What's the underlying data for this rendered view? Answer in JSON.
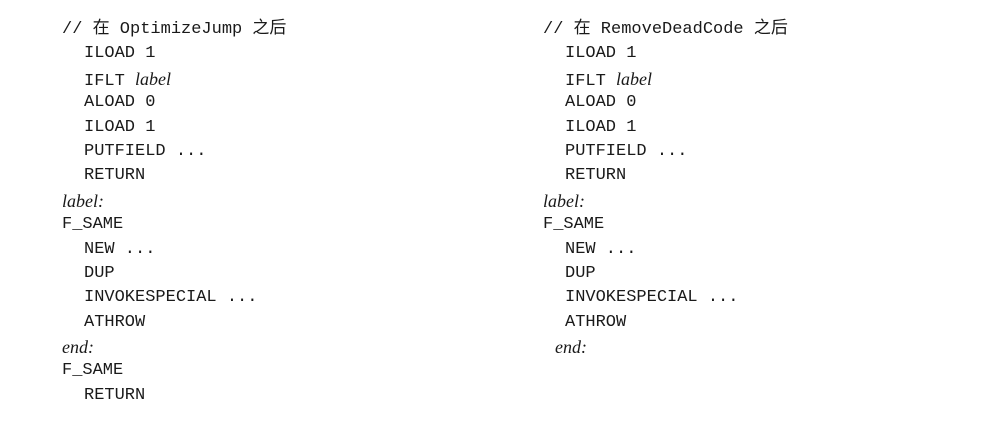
{
  "left_column": {
    "lines": [
      {
        "code": "// 在 OptimizeJump 之后"
      },
      {
        "code": "ILOAD 1"
      },
      {
        "code": "IFLT ",
        "label": "label"
      },
      {
        "code": "ALOAD 0"
      },
      {
        "code": "ILOAD 1"
      },
      {
        "code": "PUTFIELD ..."
      },
      {
        "code": "RETURN"
      },
      {
        "label": "label:"
      },
      {
        "code": "F_SAME"
      },
      {
        "code": "NEW ..."
      },
      {
        "code": "DUP"
      },
      {
        "code": "INVOKESPECIAL ..."
      },
      {
        "code": "ATHROW"
      },
      {
        "label": "end:"
      },
      {
        "code": "F_SAME"
      },
      {
        "code": "RETURN"
      }
    ]
  },
  "right_column": {
    "lines": [
      {
        "code": "// 在 RemoveDeadCode 之后"
      },
      {
        "code": "ILOAD 1"
      },
      {
        "code": "IFLT ",
        "label": "label"
      },
      {
        "code": "ALOAD 0"
      },
      {
        "code": "ILOAD 1"
      },
      {
        "code": "PUTFIELD ..."
      },
      {
        "code": "RETURN"
      },
      {
        "label": "label:"
      },
      {
        "code": "F_SAME"
      },
      {
        "code": "NEW ..."
      },
      {
        "code": "DUP"
      },
      {
        "code": "INVOKESPECIAL ..."
      },
      {
        "code": "ATHROW"
      },
      {
        "label": "end:"
      }
    ]
  }
}
